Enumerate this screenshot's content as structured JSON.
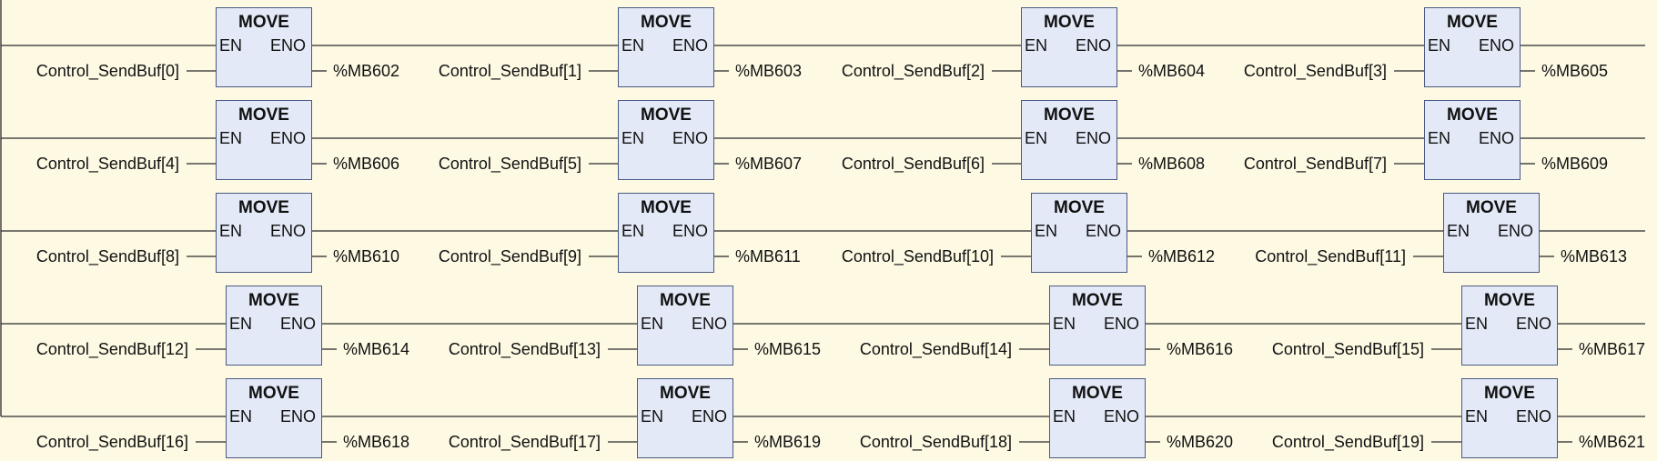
{
  "block_labels": {
    "title": "MOVE",
    "en": "EN",
    "eno": "ENO"
  },
  "rows": [
    [
      {
        "input": "Control_SendBuf[0]",
        "output": "%MB602"
      },
      {
        "input": "Control_SendBuf[1]",
        "output": "%MB603"
      },
      {
        "input": "Control_SendBuf[2]",
        "output": "%MB604"
      },
      {
        "input": "Control_SendBuf[3]",
        "output": "%MB605"
      }
    ],
    [
      {
        "input": "Control_SendBuf[4]",
        "output": "%MB606"
      },
      {
        "input": "Control_SendBuf[5]",
        "output": "%MB607"
      },
      {
        "input": "Control_SendBuf[6]",
        "output": "%MB608"
      },
      {
        "input": "Control_SendBuf[7]",
        "output": "%MB609"
      }
    ],
    [
      {
        "input": "Control_SendBuf[8]",
        "output": "%MB610"
      },
      {
        "input": "Control_SendBuf[9]",
        "output": "%MB611"
      },
      {
        "input": "Control_SendBuf[10]",
        "output": "%MB612"
      },
      {
        "input": "Control_SendBuf[11]",
        "output": "%MB613"
      }
    ],
    [
      {
        "input": "Control_SendBuf[12]",
        "output": "%MB614"
      },
      {
        "input": "Control_SendBuf[13]",
        "output": "%MB615"
      },
      {
        "input": "Control_SendBuf[14]",
        "output": "%MB616"
      },
      {
        "input": "Control_SendBuf[15]",
        "output": "%MB617"
      }
    ],
    [
      {
        "input": "Control_SendBuf[16]",
        "output": "%MB618"
      },
      {
        "input": "Control_SendBuf[17]",
        "output": "%MB619"
      },
      {
        "input": "Control_SendBuf[18]",
        "output": "%MB620"
      },
      {
        "input": "Control_SendBuf[19]",
        "output": "%MB621"
      }
    ]
  ]
}
